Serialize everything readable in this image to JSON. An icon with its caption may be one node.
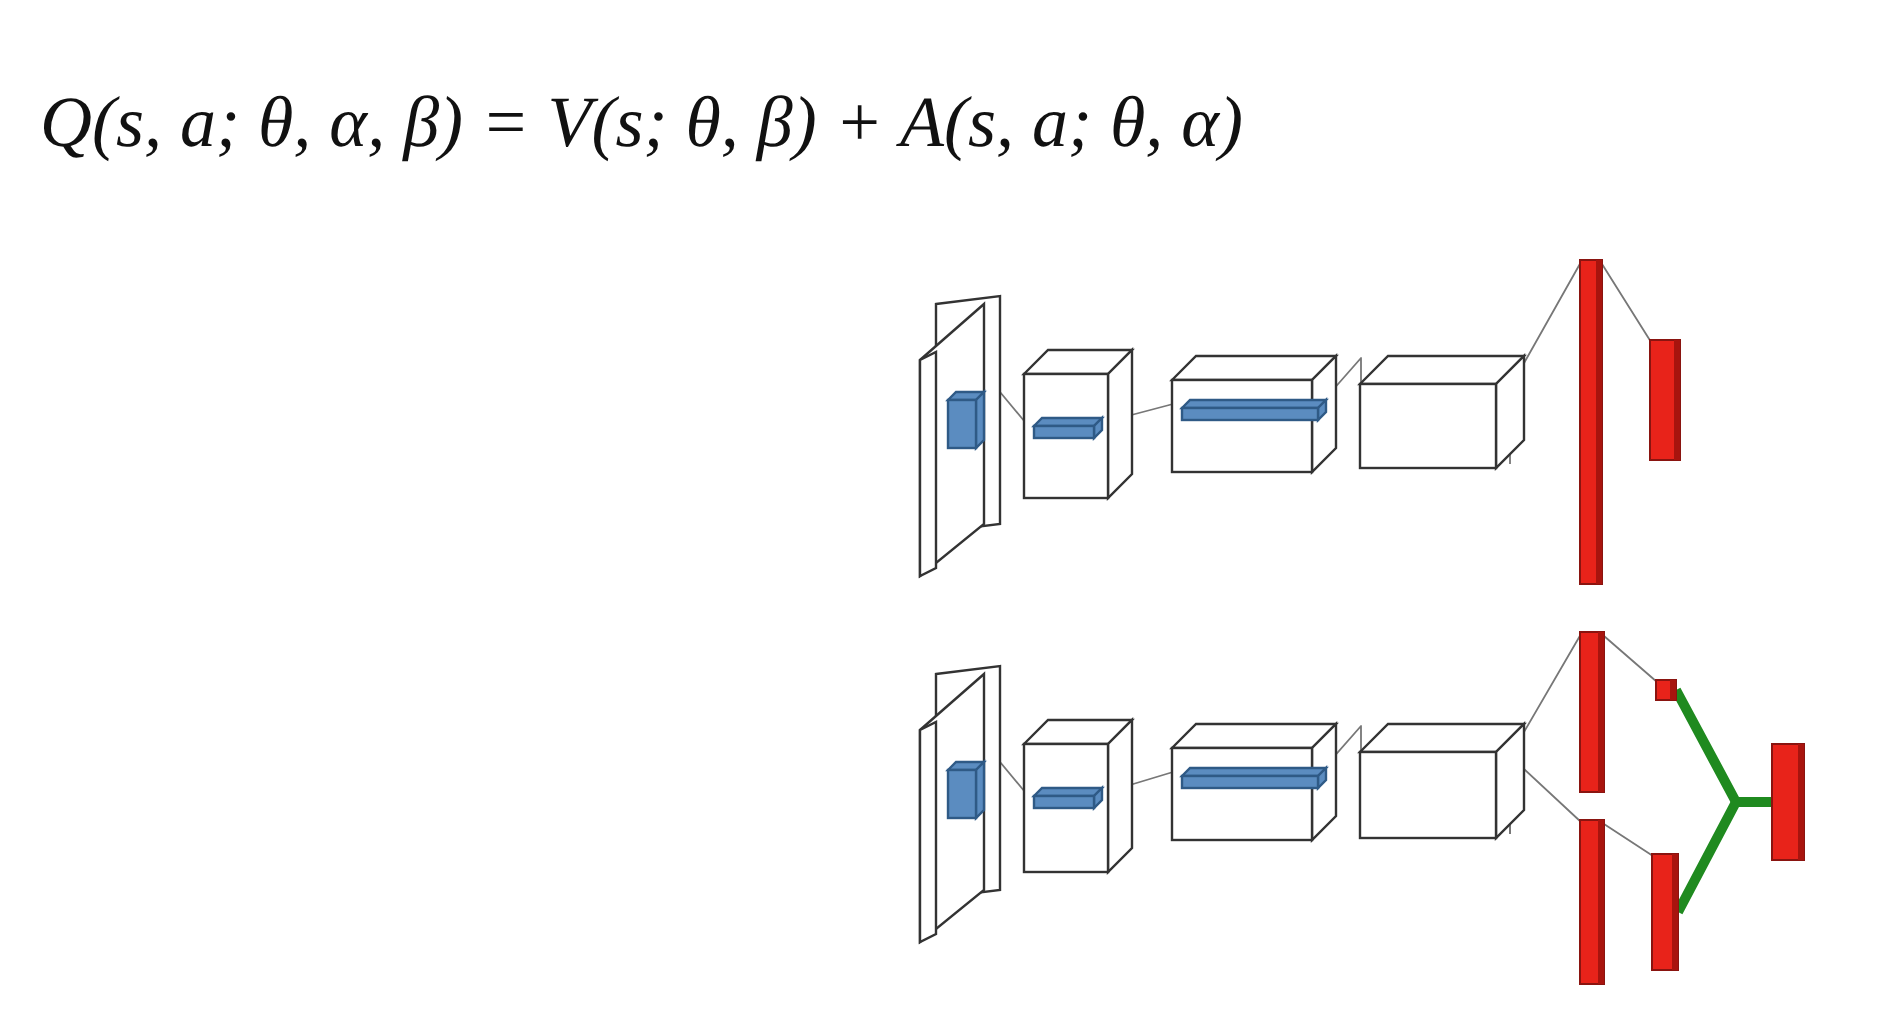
{
  "diagram": {
    "title": "Q(s, a; θ, α, β) = V(s; θ, β) + A(s, a; θ, α)",
    "nodes": [
      {
        "text": [],
        "shape": "box"
      },
      {
        "text": [],
        "shape": "box"
      },
      {
        "text": [],
        "shape": "box"
      },
      {
        "text": [],
        "shape": "box"
      },
      {
        "text": [],
        "shape": "bar"
      },
      {
        "text": [],
        "shape": "bar"
      },
      {
        "text": [],
        "shape": "box"
      },
      {
        "text": [],
        "shape": "box"
      },
      {
        "text": [],
        "shape": "box"
      },
      {
        "text": [],
        "shape": "box"
      },
      {
        "text": [],
        "shape": "bar"
      },
      {
        "text": [],
        "shape": "bar"
      },
      {
        "text": [],
        "shape": "bar"
      },
      {
        "text": [],
        "shape": "bar"
      },
      {
        "text": [],
        "shape": "bar"
      }
    ],
    "edges": [
      {
        "from": 0,
        "to": 1,
        "arrow": "none"
      },
      {
        "from": 1,
        "to": 2,
        "arrow": "none"
      },
      {
        "from": 2,
        "to": 3,
        "arrow": "none"
      },
      {
        "from": 3,
        "to": 4,
        "arrow": "none"
      },
      {
        "from": 4,
        "to": 5,
        "arrow": "none"
      },
      {
        "from": 6,
        "to": 7,
        "arrow": "none"
      },
      {
        "from": 7,
        "to": 8,
        "arrow": "none"
      },
      {
        "from": 8,
        "to": 9,
        "arrow": "none"
      },
      {
        "from": 9,
        "to": 10,
        "arrow": "none"
      },
      {
        "from": 9,
        "to": 11,
        "arrow": "none"
      },
      {
        "from": 10,
        "to": 12,
        "arrow": "none"
      },
      {
        "from": 11,
        "to": 13,
        "arrow": "none"
      },
      {
        "from": 12,
        "to": 14,
        "arrow": "none",
        "style": "thick",
        "color": "#1f8a1f"
      },
      {
        "from": 13,
        "to": 14,
        "arrow": "none",
        "style": "thick",
        "color": "#1f8a1f"
      }
    ]
  }
}
